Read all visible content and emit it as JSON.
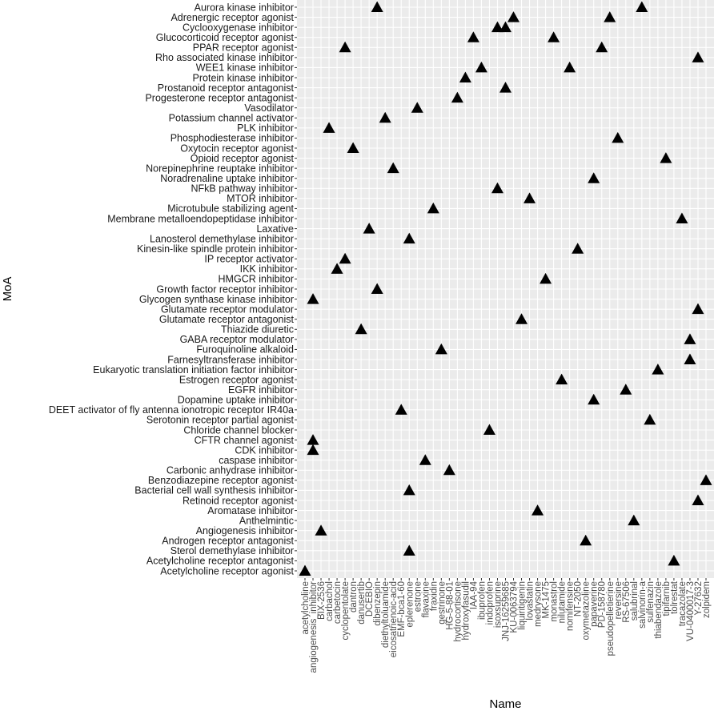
{
  "chart_data": {
    "type": "scatter",
    "marker": "triangle",
    "xlabel": "Name",
    "ylabel": "MoA",
    "grid": true,
    "colors": {
      "panel": "#ebebeb",
      "grid": "#ffffff",
      "marker": "#000000"
    },
    "x_categories": [
      "acetylcholine",
      "angiogenesis_inhibitor",
      "BIX-2536",
      "carbachol",
      "carbetocin",
      "cyclopentolate",
      "dantron",
      "danusertib",
      "DCEBIO",
      "dibenzepin",
      "diethyltoluamide",
      "eicosatrienoic-acid",
      "EMF-bca1-60",
      "eplerenone",
      "estrone",
      "flavaxine",
      "fraxidin",
      "gestrinone",
      "HG-5-88-01",
      "hydrocortisone",
      "hydroxyfasudil",
      "IAA-94",
      "ibuprofen",
      "indoprofen",
      "isoxsuprine",
      "JNJ-16259685",
      "KU-0063794",
      "liquiritigenin",
      "lovastatin",
      "medrysone",
      "MK-1475",
      "monastrol",
      "nilutamide",
      "nomifensine",
      "NT-2050",
      "oxymetazoline",
      "papaverine",
      "PD-158780",
      "pseudopelletierine",
      "reversine",
      "RS-67506",
      "salubrinal",
      "salvinorin-a",
      "sulfenazin",
      "thiabendazole",
      "tipifarnib",
      "tolrestat",
      "tracazolate",
      "VU-0400017-3",
      "Y-27632",
      "zolpidem"
    ],
    "y_categories": [
      "Aurora kinase inhibitor",
      "Adrenergic receptor agonist",
      "Cyclooxygenase inhibitor",
      "Glucocorticoid receptor agonist",
      "PPAR receptor agonist",
      "Rho associated kinase inhibitor",
      "WEE1 kinase inhibitor",
      "Protein kinase inhibitor",
      "Prostanoid receptor antagonist",
      "Progesterone receptor antagonist",
      "Vasodilator",
      "Potassium channel activator",
      "PLK inhibitor",
      "Phosphodiesterase inhibitor",
      "Oxytocin receptor agonist",
      "Opioid receptor agonist",
      "Norepinephrine reuptake inhibitor",
      "Noradrenaline uptake inhibitor",
      "NFkB pathway inhibitor",
      "MTOR inhibitor",
      "Microtubule stabilizing agent",
      "Membrane metalloendopeptidase inhibitor",
      "Laxative",
      "Lanosterol demethylase inhibitor",
      "Kinesin-like spindle protein inhibitor",
      "IP receptor activator",
      "IKK inhibitor",
      "HMGCR inhibitor",
      "Growth factor receptor inhibitor",
      "Glycogen synthase kinase inhibitor",
      "Glutamate receptor modulator",
      "Glutamate receptor antagonist",
      "Thiazide diuretic",
      "GABA receptor modulator",
      "Furoquinoline alkaloid",
      "Farnesyltransferase inhibitor",
      "Eukaryotic translation initiation factor inhibitor",
      "Estrogen receptor agonist",
      "EGFR inhibitor",
      "Dopamine uptake inhibitor",
      "DEET activator of fly antenna ionotropic receptor IR40a",
      "Serotonin receptor partial agonist",
      "Chloride channel blocker",
      "CFTR channel agonist",
      "CDK inhibitor",
      "caspase inhibitor",
      "Carbonic anhydrase inhibitor",
      "Benzodiazepine receptor agonist",
      "Bacterial cell wall synthesis inhibitor",
      "Retinoid receptor agonist",
      "Aromatase inhibitor",
      "Anthelmintic",
      "Angiogenesis inhibitor",
      "Androgen receptor antagonist",
      "Sterol demethylase inhibitor",
      "Acetylcholine receptor antagonist",
      "Acetylcholine receptor agonist"
    ],
    "x_tick_labels": [
      "acetylcholine",
      "angiogenesis_inhibitor",
      "BIX-2536",
      "carbachol",
      "carbetocin",
      "cyclopentolate",
      "dantron",
      "danusertib",
      "DCEBIO",
      "dibenzepin",
      "diethyltoluamide",
      "eicosatrienoic-acid",
      "EMF-bca1-60",
      "eplerenone",
      "estrone",
      "flavaxine",
      "fraxidin",
      "gestrinone",
      "HG-5-88-01",
      "hydrocortisone",
      "hydroxyfasudil",
      "IAA-94",
      "ibuprofen",
      "indoprofen",
      "isoxsuprine",
      "JNJ-16259685",
      "KU-0063794",
      "liquiritigenin",
      "lovastatin",
      "medrysone",
      "MK-1475",
      "monastrol",
      "nilutamide",
      "nomifensine",
      "NT-2050",
      "oxymetazoline",
      "papaverine",
      "PD-158780",
      "pseudopelletierine",
      "reversine",
      "RS-67506",
      "salubrinal",
      "salvinorin-a",
      "sulfenazin",
      "thiabendazole",
      "tipifarnib",
      "tolrestat",
      "tracazolate",
      "VU-0400017-3",
      "Y-27632",
      "zolpidem"
    ],
    "points": [
      {
        "x": "acetylcholine",
        "y": "Acetylcholine receptor agonist"
      },
      {
        "x": "angiogenesis_inhibitor",
        "y": "Glycogen synthase kinase inhibitor"
      },
      {
        "x": "angiogenesis_inhibitor",
        "y": "CFTR channel agonist"
      },
      {
        "x": "angiogenesis_inhibitor",
        "y": "CDK inhibitor"
      },
      {
        "x": "BIX-2536",
        "y": "Angiogenesis inhibitor"
      },
      {
        "x": "carbachol",
        "y": "PLK inhibitor"
      },
      {
        "x": "carbetocin",
        "y": "IKK inhibitor"
      },
      {
        "x": "cyclopentolate",
        "y": "PPAR receptor agonist"
      },
      {
        "x": "cyclopentolate",
        "y": "IP receptor activator"
      },
      {
        "x": "dantron",
        "y": "Oxytocin receptor agonist"
      },
      {
        "x": "danusertib",
        "y": "Thiazide diuretic"
      },
      {
        "x": "DCEBIO",
        "y": "Laxative"
      },
      {
        "x": "dibenzepin",
        "y": "Aurora kinase inhibitor"
      },
      {
        "x": "dibenzepin",
        "y": "Growth factor receptor inhibitor"
      },
      {
        "x": "diethyltoluamide",
        "y": "Potassium channel activator"
      },
      {
        "x": "eicosatrienoic-acid",
        "y": "Norepinephrine reuptake inhibitor"
      },
      {
        "x": "EMF-bca1-60",
        "y": "DEET activator of fly antenna ionotropic receptor IR40a"
      },
      {
        "x": "eplerenone",
        "y": "Lanosterol demethylase inhibitor"
      },
      {
        "x": "eplerenone",
        "y": "Bacterial cell wall synthesis inhibitor"
      },
      {
        "x": "eplerenone",
        "y": "Sterol demethylase inhibitor"
      },
      {
        "x": "estrone",
        "y": "Vasodilator"
      },
      {
        "x": "flavaxine",
        "y": "caspase inhibitor"
      },
      {
        "x": "fraxidin",
        "y": "Microtubule stabilizing agent"
      },
      {
        "x": "gestrinone",
        "y": "Furoquinoline alkaloid"
      },
      {
        "x": "HG-5-88-01",
        "y": "Carbonic anhydrase inhibitor"
      },
      {
        "x": "hydrocortisone",
        "y": "Progesterone receptor antagonist"
      },
      {
        "x": "hydroxyfasudil",
        "y": "Protein kinase inhibitor"
      },
      {
        "x": "IAA-94",
        "y": "Glucocorticoid receptor agonist"
      },
      {
        "x": "ibuprofen",
        "y": "WEE1 kinase inhibitor"
      },
      {
        "x": "indoprofen",
        "y": "Chloride channel blocker"
      },
      {
        "x": "isoxsuprine",
        "y": "Cyclooxygenase inhibitor"
      },
      {
        "x": "isoxsuprine",
        "y": "NFkB pathway inhibitor"
      },
      {
        "x": "JNJ-16259685",
        "y": "Cyclooxygenase inhibitor"
      },
      {
        "x": "JNJ-16259685",
        "y": "Prostanoid receptor antagonist"
      },
      {
        "x": "KU-0063794",
        "y": "Adrenergic receptor agonist"
      },
      {
        "x": "liquiritigenin",
        "y": "Glutamate receptor antagonist"
      },
      {
        "x": "lovastatin",
        "y": "MTOR inhibitor"
      },
      {
        "x": "medrysone",
        "y": "Aromatase inhibitor"
      },
      {
        "x": "MK-1475",
        "y": "HMGCR inhibitor"
      },
      {
        "x": "monastrol",
        "y": "Glucocorticoid receptor agonist"
      },
      {
        "x": "nilutamide",
        "y": "Estrogen receptor agonist"
      },
      {
        "x": "nomifensine",
        "y": "WEE1 kinase inhibitor"
      },
      {
        "x": "NT-2050",
        "y": "Kinesin-like spindle protein inhibitor"
      },
      {
        "x": "oxymetazoline",
        "y": "Androgen receptor antagonist"
      },
      {
        "x": "papaverine",
        "y": "Noradrenaline uptake inhibitor"
      },
      {
        "x": "papaverine",
        "y": "Dopamine uptake inhibitor"
      },
      {
        "x": "PD-158780",
        "y": "PPAR receptor agonist"
      },
      {
        "x": "pseudopelletierine",
        "y": "Adrenergic receptor agonist"
      },
      {
        "x": "reversine",
        "y": "Phosphodiesterase inhibitor"
      },
      {
        "x": "RS-67506",
        "y": "EGFR inhibitor"
      },
      {
        "x": "salubrinal",
        "y": "Anthelmintic"
      },
      {
        "x": "salvinorin-a",
        "y": "Aurora kinase inhibitor"
      },
      {
        "x": "sulfenazin",
        "y": "Serotonin receptor partial agonist"
      },
      {
        "x": "thiabendazole",
        "y": "Eukaryotic translation initiation factor inhibitor"
      },
      {
        "x": "tipifarnib",
        "y": "Opioid receptor agonist"
      },
      {
        "x": "tolrestat",
        "y": "Acetylcholine receptor antagonist"
      },
      {
        "x": "tracazolate",
        "y": "Membrane metalloendopeptidase inhibitor"
      },
      {
        "x": "VU-0400017-3",
        "y": "Farnesyltransferase inhibitor"
      },
      {
        "x": "VU-0400017-3",
        "y": "GABA receptor modulator"
      },
      {
        "x": "Y-27632",
        "y": "Retinoid receptor agonist"
      },
      {
        "x": "Y-27632",
        "y": "Glutamate receptor modulator"
      },
      {
        "x": "Y-27632",
        "y": "Rho associated kinase inhibitor"
      },
      {
        "x": "zolpidem",
        "y": "Benzodiazepine receptor agonist"
      }
    ]
  }
}
